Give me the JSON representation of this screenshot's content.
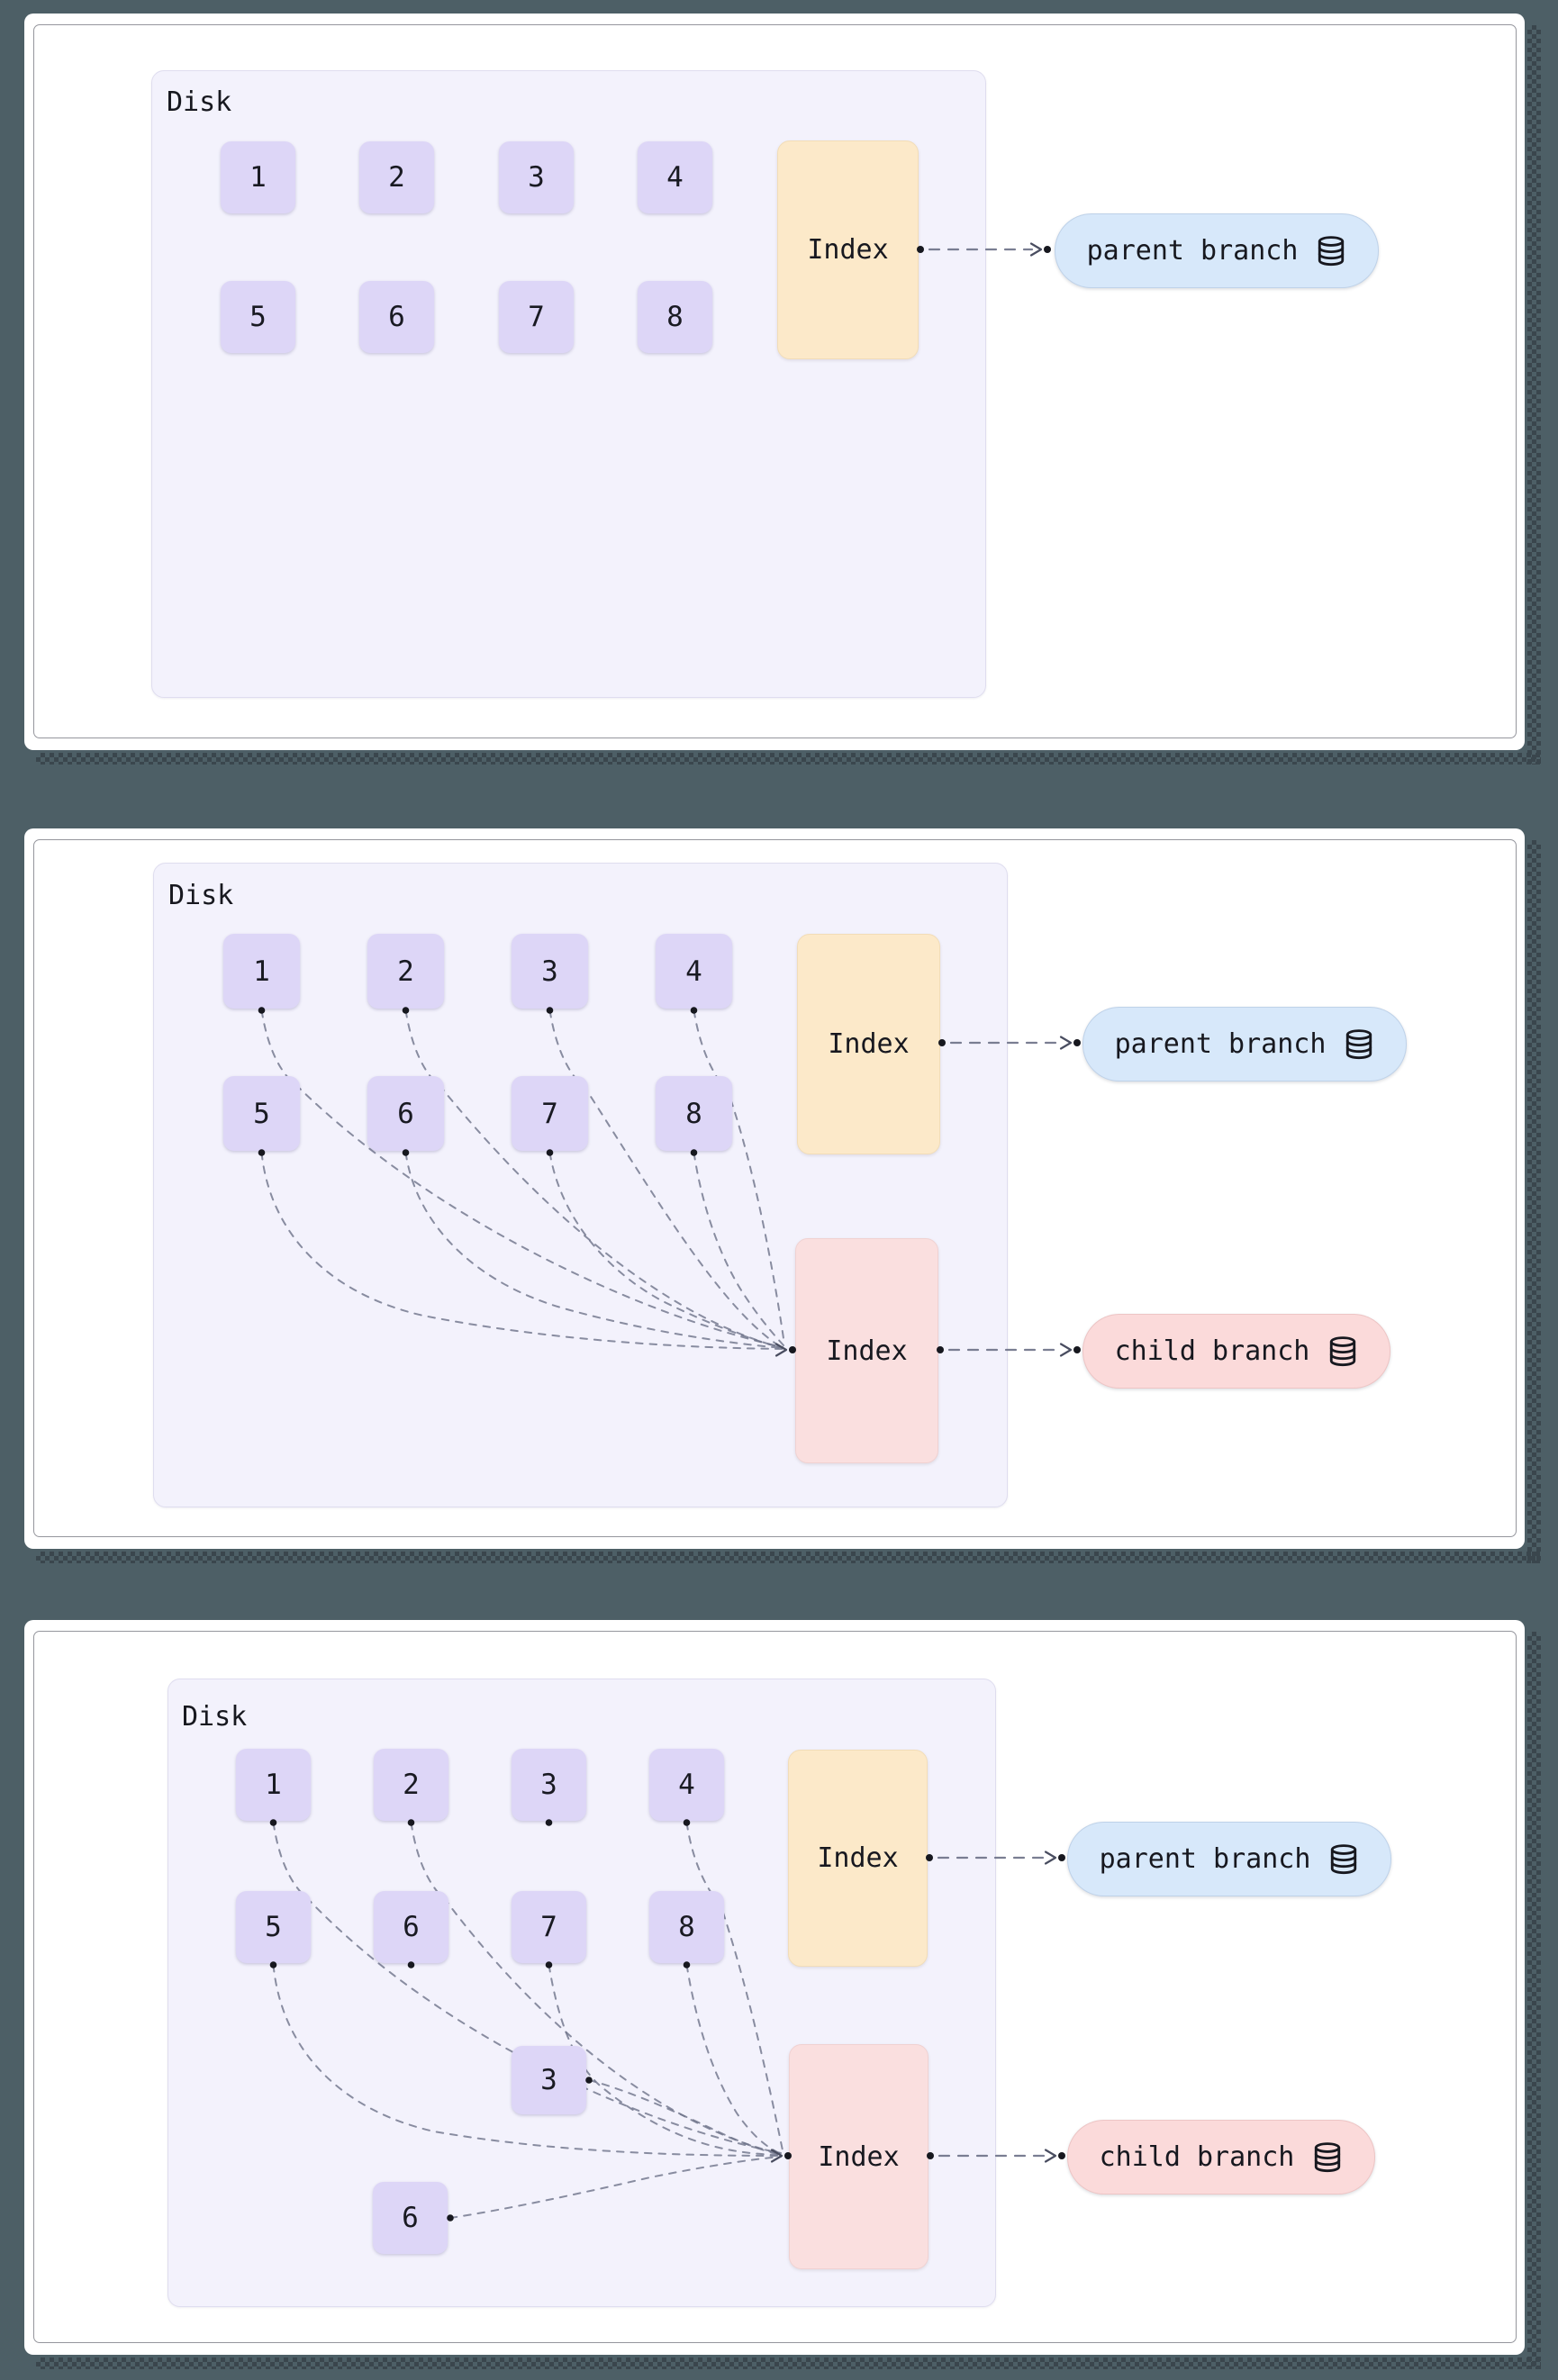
{
  "colors": {
    "background": "#4d5f66",
    "checker_shadow": "#3a464d",
    "panel": "#ffffff",
    "disk_fill": "#f3f2fc",
    "page_fill": "#ddd6f7",
    "parent_index_fill": "#fce9c9",
    "child_index_fill": "#fadfdf",
    "parent_pill_fill": "#d7e8fa",
    "child_pill_fill": "#fbdada",
    "connector": "#70758b",
    "text": "#17181f"
  },
  "panels": [
    {
      "disk_label": "Disk",
      "pages": [
        "1",
        "2",
        "3",
        "4",
        "5",
        "6",
        "7",
        "8"
      ],
      "parent_index": {
        "label": "Index"
      },
      "parent_branch": {
        "label": "parent branch",
        "icon": "database-icon"
      }
    },
    {
      "disk_label": "Disk",
      "pages": [
        "1",
        "2",
        "3",
        "4",
        "5",
        "6",
        "7",
        "8"
      ],
      "parent_index": {
        "label": "Index"
      },
      "child_index": {
        "label": "Index"
      },
      "parent_branch": {
        "label": "parent branch",
        "icon": "database-icon"
      },
      "child_branch": {
        "label": "child branch",
        "icon": "database-icon"
      }
    },
    {
      "disk_label": "Disk",
      "pages": [
        "1",
        "2",
        "3",
        "4",
        "5",
        "6",
        "7",
        "8"
      ],
      "new_pages": [
        "3",
        "6"
      ],
      "parent_index": {
        "label": "Index"
      },
      "child_index": {
        "label": "Index"
      },
      "parent_branch": {
        "label": "parent branch",
        "icon": "database-icon"
      },
      "child_branch": {
        "label": "child branch",
        "icon": "database-icon"
      }
    }
  ]
}
